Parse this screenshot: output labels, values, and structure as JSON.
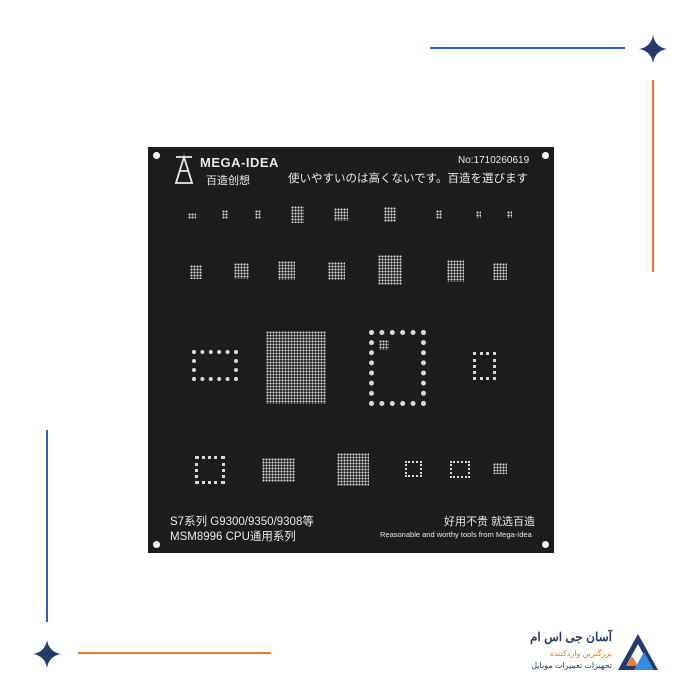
{
  "colors": {
    "blue": "#2f5bd6",
    "orange": "#f07a2a",
    "navy": "#233a6b",
    "plate": "#1c1c1e"
  },
  "plate": {
    "brand": "MEGA-IDEA",
    "brand_cn": "百造创想",
    "serial": "No:1710260619",
    "slogan_jp": "使いやすいのは高くないです。百造を選びます",
    "model_line1": "S7系列 G9300/9350/9308等",
    "model_line2": "MSM8996 CPU通用系列",
    "slogan_cn": "好用不贵  就选百造",
    "slogan_en": "Reasonable and worthy tools from Mega-Idea"
  },
  "logo": {
    "name": "آسان جی اس ام",
    "tagline1": "بزرگترین واردکننده",
    "tagline2": "تجهیزات تعمیرات موبایل",
    "icon": "triangle-logo-icon"
  }
}
